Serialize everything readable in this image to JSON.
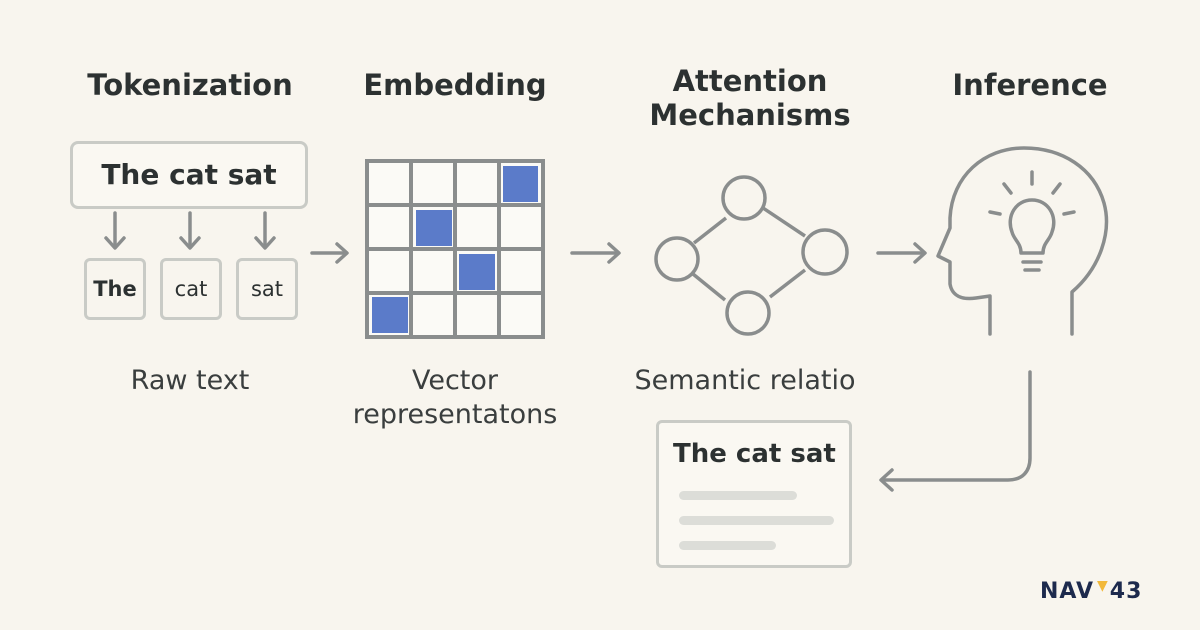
{
  "steps": [
    {
      "title": "Tokenization",
      "caption": "Raw text"
    },
    {
      "title": "Embedding",
      "caption_lines": [
        "Vector",
        "representatons"
      ]
    },
    {
      "title_lines": [
        "Attention",
        "Mechanisms"
      ],
      "caption": "Semantic relatio"
    },
    {
      "title": "Inference"
    }
  ],
  "tokenization": {
    "sentence": "The cat sat",
    "tokens": [
      "The",
      "cat",
      "sat"
    ]
  },
  "output": {
    "sentence": "The cat sat"
  },
  "logo": {
    "left": "NAV",
    "right": "43"
  },
  "colors": {
    "background": "#f8f5ee",
    "stroke": "#8a8d8d",
    "light_stroke": "#c9cbc6",
    "accent_blue": "#5b7bc9",
    "logo_navy": "#1d2a4d",
    "logo_yellow": "#f2b93b"
  },
  "icons": [
    "arrow-down-icon",
    "arrow-right-icon",
    "graph-network-icon",
    "head-lightbulb-icon",
    "return-arrow-icon"
  ]
}
